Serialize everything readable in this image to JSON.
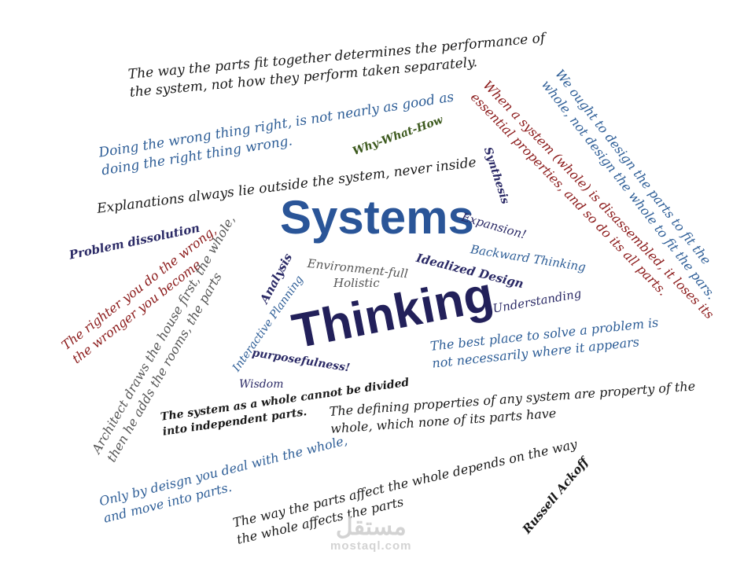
{
  "colors": {
    "black": "#1a1a1a",
    "blue": "#2e5e97",
    "dark_red": "#8b1a1a",
    "green": "#3d5a1e",
    "navy": "#2b2a66",
    "gray": "#555555",
    "title_blue": "#2a5598",
    "title_navy": "#22205a",
    "watermark": "#cfcfcf"
  },
  "title": {
    "systems": "Systems",
    "thinking": "Thinking"
  },
  "phrases": {
    "parts_fit": [
      "The way the parts fit together determines the performance of",
      "the system, not how they perform taken separately."
    ],
    "wrong_thing_right": [
      "Doing the wrong thing right, is not nearly as good as",
      "doing the right thing wrong."
    ],
    "why_what_how": "Why-What-How",
    "explanations": "Explanations always lie outside the system, never inside",
    "problem_dissolution": "Problem dissolution",
    "righter_you": [
      "The righter you do the wrong,",
      "the wronger you become"
    ],
    "architect": [
      "Architect draws the house first, the whole,",
      "then he adds the rooms, the parts"
    ],
    "analysis": "Analysis",
    "interactive_planning": "Interactive Planning",
    "environment_full": "Environment-full",
    "holistic": "Holistic",
    "idealized_design": "Idealized Design",
    "backward_thinking": "Backward Thinking",
    "understanding": "Understanding",
    "expansion": "Expansion!",
    "synthesis": "Synthesis",
    "design_parts": [
      "We ought to design the parts to fit the",
      "whole, not design the whole to fit the pars."
    ],
    "disassembled": [
      "When a system (whole) is disassembled, it loses its",
      "essential properties, and so do its all parts."
    ],
    "best_place": [
      "The best place to solve a problem is",
      "not necessarily where it appears"
    ],
    "purposefulness": "purposefulness!",
    "wisdom": "Wisdom",
    "cannot_be_divided": [
      "The system as a whole cannot be divided",
      "into independent parts."
    ],
    "defining_properties": [
      "The defining properties of any system are property of the",
      "whole, which none of its parts have"
    ],
    "only_by_design": [
      "Only by deisgn  you deal with the whole,",
      "and move into parts."
    ],
    "parts_affect": [
      "The way the parts affect the whole depends on the way",
      "the whole affects the parts"
    ],
    "russell_ackoff": "Russell Ackoff"
  },
  "watermark": {
    "arabic": "مستقل",
    "latin": "mostaql.com"
  }
}
